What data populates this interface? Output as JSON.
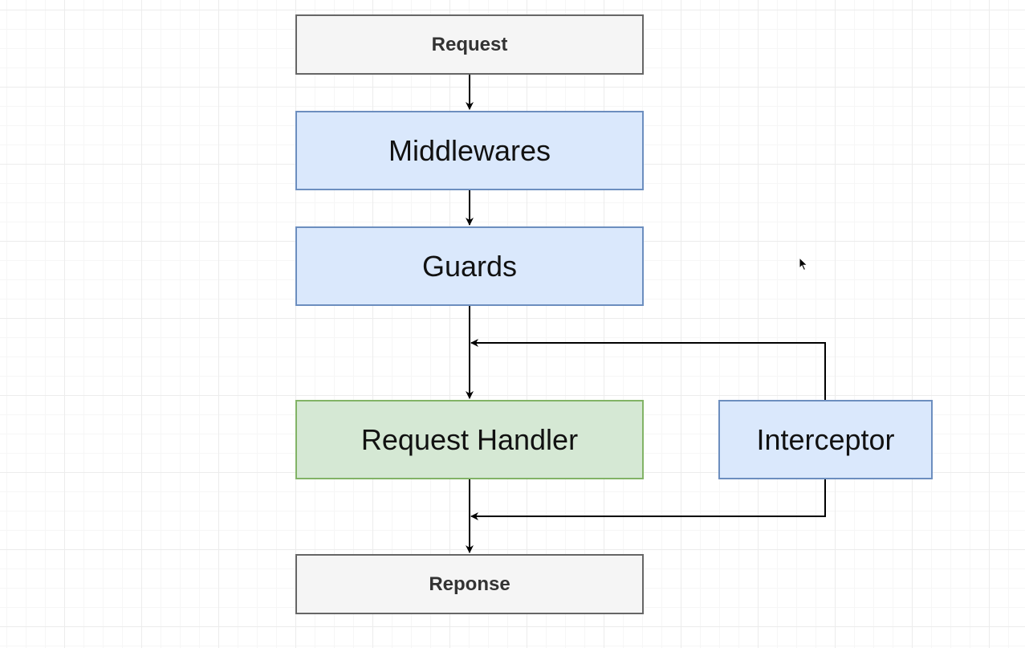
{
  "diagram": {
    "nodes": {
      "request": {
        "label": "Request",
        "fill": "#f5f5f5",
        "stroke": "#666666"
      },
      "middlewares": {
        "label": "Middlewares",
        "fill": "#dae8fc",
        "stroke": "#6c8ebf"
      },
      "guards": {
        "label": "Guards",
        "fill": "#dae8fc",
        "stroke": "#6c8ebf"
      },
      "handler": {
        "label": "Request Handler",
        "fill": "#d5e8d4",
        "stroke": "#82b366"
      },
      "interceptor": {
        "label": "Interceptor",
        "fill": "#dae8fc",
        "stroke": "#6c8ebf"
      },
      "response": {
        "label": "Reponse",
        "fill": "#f5f5f5",
        "stroke": "#666666"
      }
    },
    "edges": [
      {
        "from": "request",
        "to": "middlewares"
      },
      {
        "from": "middlewares",
        "to": "guards"
      },
      {
        "from": "guards",
        "to": "handler"
      },
      {
        "from": "interceptor",
        "to": "guards-handler-edge"
      },
      {
        "from": "handler",
        "to": "response"
      },
      {
        "from": "interceptor",
        "to": "handler-response-edge"
      }
    ],
    "edge_color": "#000000",
    "grid": true
  },
  "cursor_icon": "mouse-pointer-icon"
}
